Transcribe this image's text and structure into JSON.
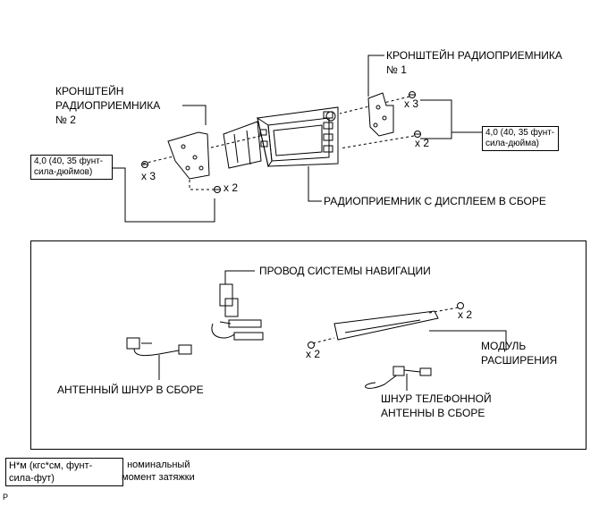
{
  "top": {
    "bracket1_line1": "КРОНШТЕЙН РАДИОПРИЕМНИКА",
    "bracket1_line2": "№ 1",
    "bracket2_line1": "КРОНШТЕЙН",
    "bracket2_line2": "РАДИОПРИЕМНИКА",
    "bracket2_line3": "№ 2",
    "radio_label": "РАДИОПРИЕМНИК С ДИСПЛЕЕМ В СБОРЕ",
    "qty_right_top": "x 3",
    "qty_right_bottom": "x 2",
    "qty_left_top": "x 3",
    "qty_left_bottom": "x 2",
    "torque_right_line1": "4,0 (40, 35 фунт-",
    "torque_right_line2": "сила-дюйма)",
    "torque_left_line1": "4,0 (40, 35 фунт-",
    "torque_left_line2": "сила-дюймов)"
  },
  "lower": {
    "nav_wire": "ПРОВОД СИСТЕМЫ НАВИГАЦИИ",
    "antenna_cord": "АНТЕННЫЙ ШНУР В СБОРЕ",
    "module_line1": "МОДУЛЬ",
    "module_line2": "РАСШИРЕНИЯ",
    "qty_module_right": "x 2",
    "qty_module_left": "x 2",
    "phone_line1": "ШНУР ТЕЛЕФОННОЙ",
    "phone_line2": "АНТЕННЫ В СБОРЕ"
  },
  "legend": {
    "units_line1": "Н*м (кгс*см, фунт-",
    "units_line2": "сила-фут)",
    "desc_line1": ": номинальный",
    "desc_line2": "момент затяжки"
  },
  "footer_mark": "P"
}
